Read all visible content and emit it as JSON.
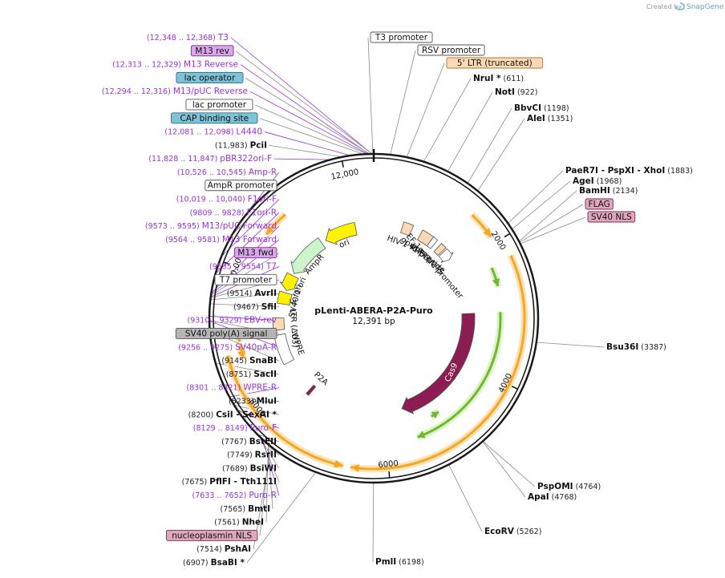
{
  "branding": {
    "created_by": "Created by",
    "app": "SnapGene"
  },
  "plasmid": {
    "name": "pLenti-ABERA-P2A-Puro",
    "size": "12,391 bp",
    "length": 12391
  },
  "ticks": [
    {
      "label": "2000",
      "pos": 2000
    },
    {
      "label": "4000",
      "pos": 4000
    },
    {
      "label": "6000",
      "pos": 6000
    },
    {
      "label": "8000",
      "pos": 8000
    },
    {
      "label": "10,000",
      "pos": 10000
    },
    {
      "label": "12,000",
      "pos": 12000
    }
  ],
  "labels": [
    {
      "kind": "primer",
      "side": "left",
      "range": "(12,348 .. 12,368)",
      "name": "T3",
      "bp": 12358
    },
    {
      "kind": "box",
      "side": "left",
      "name": "M13 rev",
      "fill": "#d9a6e8",
      "stroke": "#7a2f8f",
      "bp": 12360
    },
    {
      "kind": "primer",
      "side": "left",
      "range": "(12,313 .. 12,329)",
      "name": "M13 Reverse",
      "bp": 12321
    },
    {
      "kind": "box",
      "side": "left",
      "name": "lac operator",
      "fill": "#7fc4d6",
      "stroke": "#2d6e82",
      "bp": 12330
    },
    {
      "kind": "primer",
      "side": "left",
      "range": "(12,294 .. 12,316)",
      "name": "M13/pUC Reverse",
      "bp": 12305
    },
    {
      "kind": "box",
      "side": "left",
      "name": "lac promoter",
      "fill": "#ffffff",
      "stroke": "#555555",
      "bp": 12290
    },
    {
      "kind": "box",
      "side": "left",
      "name": "CAP binding site",
      "fill": "#7fc4d6",
      "stroke": "#2d6e82",
      "bp": 12250
    },
    {
      "kind": "primer",
      "side": "left",
      "range": "(12,081 .. 12,098)",
      "name": "L4440",
      "bp": 12089
    },
    {
      "kind": "site",
      "side": "left",
      "pos": "(11,983)",
      "name": "PciI",
      "bp": 11983
    },
    {
      "kind": "primer",
      "side": "left",
      "range": "(11,828 .. 11,847)",
      "name": "pBR322ori-F",
      "bp": 11837
    },
    {
      "kind": "primer",
      "side": "left",
      "range": "(10,526 .. 10,545)",
      "name": "Amp-R",
      "bp": 10535
    },
    {
      "kind": "box",
      "side": "left",
      "name": "AmpR promoter",
      "fill": "#ffffff",
      "stroke": "#555555",
      "bp": 10300
    },
    {
      "kind": "primer",
      "side": "left",
      "range": "(10,019 .. 10,040)",
      "name": "F1ori-F",
      "bp": 10029
    },
    {
      "kind": "primer",
      "side": "left",
      "range": "(9809 .. 9828)",
      "name": "F1ori-R",
      "bp": 9818
    },
    {
      "kind": "primer",
      "side": "left",
      "range": "(9573 .. 9595)",
      "name": "M13/pUC Forward",
      "bp": 9584
    },
    {
      "kind": "primer",
      "side": "left",
      "range": "(9564 .. 9581)",
      "name": "M13 Forward",
      "bp": 9572
    },
    {
      "kind": "box",
      "side": "left",
      "name": "M13 fwd",
      "fill": "#d9a6e8",
      "stroke": "#7a2f8f",
      "bp": 9560
    },
    {
      "kind": "primer",
      "side": "left",
      "range": "(9535 .. 9554)",
      "name": "T7",
      "bp": 9544
    },
    {
      "kind": "box",
      "side": "left",
      "name": "T7 promoter",
      "fill": "#ffffff",
      "stroke": "#555555",
      "bp": 9535
    },
    {
      "kind": "site",
      "side": "left",
      "pos": "(9514)",
      "name": "AvrII",
      "bp": 9514
    },
    {
      "kind": "site",
      "side": "left",
      "pos": "(9467)",
      "name": "SfiI",
      "bp": 9467
    },
    {
      "kind": "primer",
      "side": "left",
      "range": "(9310 .. 9329)",
      "name": "EBV-rev",
      "bp": 9319
    },
    {
      "kind": "box",
      "side": "left",
      "name": "SV40 poly(A) signal",
      "fill": "#b5b5b5",
      "stroke": "#555555",
      "bp": 9270
    },
    {
      "kind": "primer",
      "side": "left",
      "range": "(9256 .. 9275)",
      "name": "SV40pA-R",
      "bp": 9265
    },
    {
      "kind": "site",
      "side": "left",
      "pos": "(9145)",
      "name": "SnaBI",
      "bp": 9145
    },
    {
      "kind": "site",
      "side": "left",
      "pos": "(8751)",
      "name": "SacII",
      "bp": 8751
    },
    {
      "kind": "primer",
      "side": "left",
      "range": "(8301 .. 8321)",
      "name": "WPRE-R",
      "bp": 8311
    },
    {
      "kind": "site",
      "side": "left",
      "pos": "(8233)",
      "name": "MluI",
      "bp": 8233
    },
    {
      "kind": "site",
      "side": "left",
      "pos": "(8200)",
      "name": "CsiI",
      "extra": "- SexAI *",
      "bp": 8200
    },
    {
      "kind": "primer",
      "side": "left",
      "range": "(8129 .. 8149)",
      "name": "Puro-F",
      "bp": 8139
    },
    {
      "kind": "site",
      "side": "left",
      "pos": "(7767)",
      "name": "BstEII",
      "bp": 7767
    },
    {
      "kind": "site",
      "side": "left",
      "pos": "(7749)",
      "name": "RsrII",
      "bp": 7749
    },
    {
      "kind": "site",
      "side": "left",
      "pos": "(7689)",
      "name": "BsiWI",
      "bp": 7689
    },
    {
      "kind": "site",
      "side": "left",
      "pos": "(7675)",
      "name": "PflFI",
      "extra": "- Tth111I",
      "bp": 7675
    },
    {
      "kind": "primer",
      "side": "left",
      "range": "(7633 .. 7652)",
      "name": "Puro-R",
      "bp": 7642
    },
    {
      "kind": "site",
      "side": "left",
      "pos": "(7565)",
      "name": "BmtI",
      "bp": 7565
    },
    {
      "kind": "site",
      "side": "left",
      "pos": "(7561)",
      "name": "NheI",
      "bp": 7561
    },
    {
      "kind": "box",
      "side": "left",
      "name": "nucleoplasmin NLS",
      "fill": "#e0a6bd",
      "stroke": "#7a2f4f",
      "bp": 7540
    },
    {
      "kind": "site",
      "side": "left",
      "pos": "(7514)",
      "name": "PshAI",
      "bp": 7514
    },
    {
      "kind": "site",
      "side": "left",
      "pos": "(6907)",
      "name": "BsaBI *",
      "bp": 6907
    },
    {
      "kind": "box",
      "side": "right",
      "name": "T3 promoter",
      "fill": "#ffffff",
      "stroke": "#555555",
      "bp": 12380
    },
    {
      "kind": "box",
      "side": "right",
      "name": "RSV promoter",
      "fill": "#ffffff",
      "stroke": "#555555",
      "bp": 200
    },
    {
      "kind": "box",
      "side": "right",
      "name": "5' LTR (truncated)",
      "fill": "#fbd9b5",
      "stroke": "#b07a3a",
      "bp": 400
    },
    {
      "kind": "site",
      "side": "right",
      "name": "NruI *",
      "pos": "(611)",
      "bp": 611
    },
    {
      "kind": "site",
      "side": "right",
      "name": "NotI",
      "pos": "(922)",
      "bp": 922
    },
    {
      "kind": "site",
      "side": "right",
      "name": "BbvCI",
      "pos": "(1198)",
      "bp": 1198
    },
    {
      "kind": "site",
      "side": "right",
      "name": "AleI",
      "pos": "(1351)",
      "bp": 1351
    },
    {
      "kind": "site",
      "side": "right",
      "name": "PaeR7I",
      "extra": "- PspXI - XhoI",
      "pos": "(1883)",
      "bp": 1883
    },
    {
      "kind": "site",
      "side": "right",
      "name": "AgeI",
      "pos": "(1968)",
      "bp": 1968
    },
    {
      "kind": "site",
      "side": "right",
      "name": "BamHI",
      "pos": "(2134)",
      "bp": 2134
    },
    {
      "kind": "box",
      "side": "right",
      "name": "FLAG",
      "fill": "#e0a6bd",
      "stroke": "#7a2f4f",
      "bp": 2150
    },
    {
      "kind": "box",
      "side": "right",
      "name": "SV40 NLS",
      "fill": "#e0a6bd",
      "stroke": "#7a2f4f",
      "bp": 2170
    },
    {
      "kind": "site",
      "side": "right",
      "name": "Bsu36I",
      "pos": "(3387)",
      "bp": 3387
    },
    {
      "kind": "site",
      "side": "right",
      "name": "PspOMI",
      "pos": "(4764)",
      "bp": 4764
    },
    {
      "kind": "site",
      "side": "right",
      "name": "ApaI",
      "pos": "(4768)",
      "bp": 4768
    },
    {
      "kind": "site",
      "side": "right",
      "name": "EcoRV",
      "pos": "(5262)",
      "bp": 5262
    },
    {
      "kind": "site",
      "side": "right",
      "name": "PmlI",
      "pos": "(6198)",
      "bp": 6198
    }
  ],
  "features": [
    {
      "name": "Cas9",
      "shape": "arrow",
      "color": "#8b1d52",
      "start": 3000,
      "end": 5600,
      "dir": 1,
      "ring": "inner",
      "shown_label": true
    },
    {
      "name": "ori",
      "shape": "arrow",
      "color": "#fff200",
      "start": 11300,
      "end": 12000,
      "dir": -1,
      "ring": "inner",
      "shown_label": true
    },
    {
      "name": "AmpR",
      "shape": "arrow",
      "color": "#ccf5cc",
      "start": 10300,
      "end": 11200,
      "dir": -1,
      "ring": "inner",
      "shown_label": true
    },
    {
      "name": "f1 ori",
      "shape": "arrow",
      "color": "#fff200",
      "start": 9900,
      "end": 10250,
      "dir": -1,
      "ring": "inner",
      "shown_label": true
    },
    {
      "name": "SV40 ori",
      "shape": "box",
      "color": "#fff200",
      "start": 9600,
      "end": 9850,
      "ring": "inner",
      "shown_label": true
    },
    {
      "name": "WPRE",
      "shape": "box",
      "color": "#ffffff",
      "start": 8350,
      "end": 8950,
      "ring": "inner",
      "shown_label": true
    },
    {
      "name": "3' LTR (ΔU3)",
      "shape": "box",
      "color": "#fbd9b5",
      "start": 9050,
      "end": 9300,
      "ring": "inner",
      "shown_label": true
    },
    {
      "name": "P2A",
      "shape": "box",
      "color": "#8b1d52",
      "start": 7580,
      "end": 7640,
      "ring": "inner",
      "shown_label": true
    },
    {
      "name": "HIV-1 Ψ",
      "shape": "box",
      "color": "#fbd9b5",
      "start": 600,
      "end": 800,
      "ring": "inner",
      "shown_label": true
    },
    {
      "name": "RRE",
      "shape": "box",
      "color": "#fbd9b5",
      "start": 1000,
      "end": 1250,
      "ring": "inner",
      "shown_label": true
    },
    {
      "name": "gp41 peptide",
      "shape": "box",
      "color": "#ffffff",
      "start": 1250,
      "end": 1350,
      "ring": "inner",
      "shown_label": true
    },
    {
      "name": "cPPT/CTS",
      "shape": "box",
      "color": "#fbd9b5",
      "start": 1450,
      "end": 1570,
      "ring": "inner",
      "shown_label": true
    },
    {
      "name": "EF-1α core promoter",
      "shape": "arrow",
      "color": "#ffffff",
      "start": 1600,
      "end": 1800,
      "dir": 1,
      "ring": "inner",
      "shown_label": true
    }
  ],
  "colors": {
    "backbone": "#1a1a1a",
    "orf": "#f5a623",
    "orf_halo": "#fbe3b8",
    "green_orf": "#6fb82f",
    "green_halo": "#dff2c8",
    "primer": "#9b30d9",
    "site_line": "#8a8a8a"
  }
}
